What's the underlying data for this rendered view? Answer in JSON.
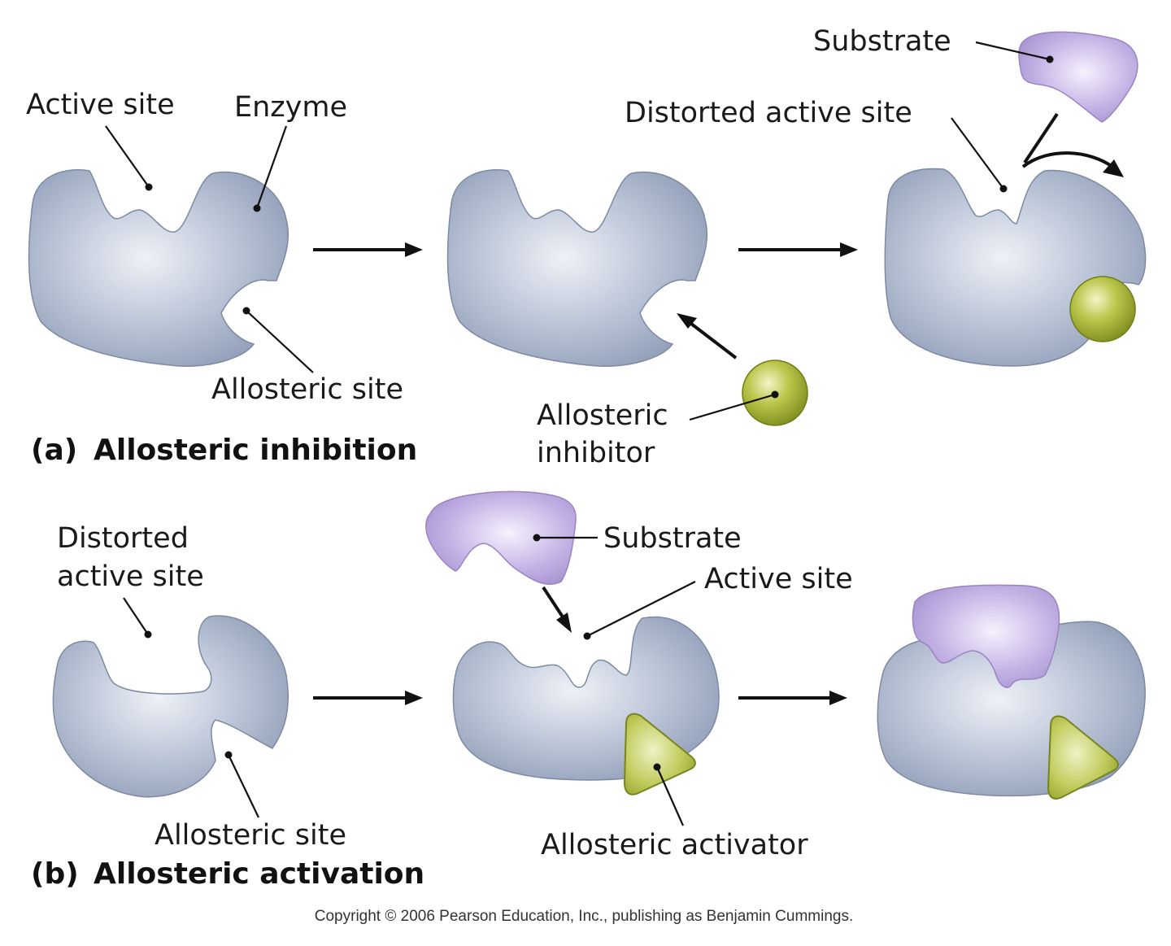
{
  "panel_a": {
    "letter": "(a)",
    "title": "Allosteric inhibition",
    "labels": {
      "active_site": "Active site",
      "enzyme": "Enzyme",
      "allosteric_site": "Allosteric site",
      "allosteric_inhibitor_line1": "Allosteric",
      "allosteric_inhibitor_line2": "inhibitor",
      "distorted_active_site": "Distorted active site",
      "substrate": "Substrate"
    }
  },
  "panel_b": {
    "letter": "(b)",
    "title": "Allosteric activation",
    "labels": {
      "distorted_line1": "Distorted",
      "distorted_line2": "active site",
      "allosteric_site": "Allosteric site",
      "substrate": "Substrate",
      "active_site": "Active site",
      "allosteric_activator": "Allosteric activator"
    }
  },
  "copyright": "Copyright © 2006 Pearson Education, Inc., publishing as Benjamin Cummings.",
  "colors": {
    "enzyme": "#a8b4ca",
    "substrate": "#c3b1e3",
    "effector": "#b9c24a"
  }
}
